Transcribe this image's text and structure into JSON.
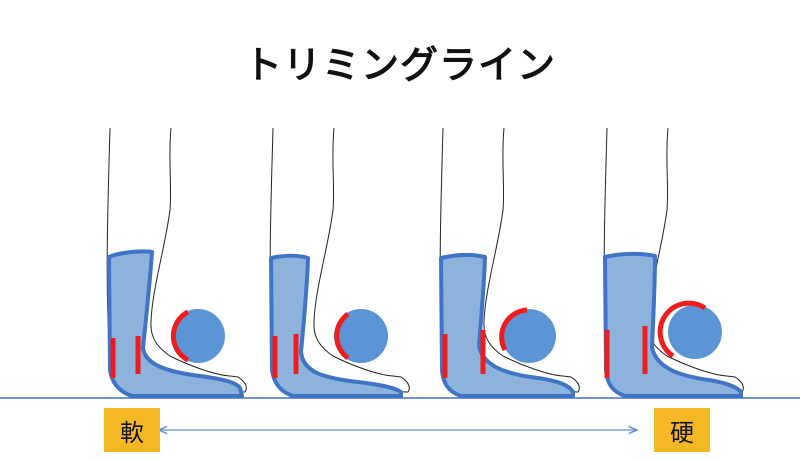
{
  "title": "トリミングライン",
  "scale": {
    "left_label": "軟",
    "right_label": "硬"
  },
  "colors": {
    "brace_fill": "#8db3dd",
    "brace_outline": "#3f74c6",
    "joint_circle": "#5b95d5",
    "trim_marker": "#ee1c1c",
    "label_background": "#f5b825",
    "floor_line": "#4472c4",
    "arrow": "#5b8fd0"
  },
  "figures": [
    {
      "stiffness_order": 1,
      "marker": "ankle-arc",
      "icon": "foot-orthosis"
    },
    {
      "stiffness_order": 2,
      "marker": "ankle-arc",
      "icon": "foot-orthosis"
    },
    {
      "stiffness_order": 3,
      "marker": "ankle-arc",
      "icon": "foot-orthosis"
    },
    {
      "stiffness_order": 4,
      "marker": "ankle-arc",
      "icon": "foot-orthosis"
    }
  ]
}
